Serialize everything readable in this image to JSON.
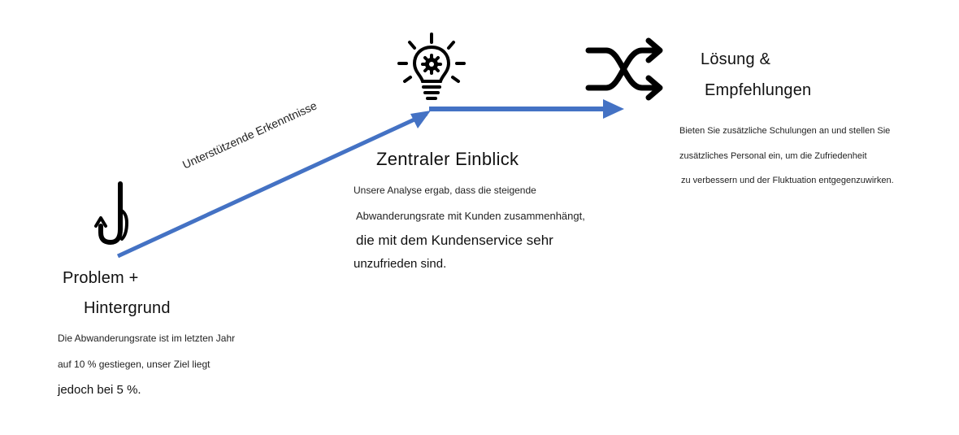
{
  "diagram": {
    "arrow_color": "#4472C4",
    "icon_color": "#000000",
    "connector_label": "Unterstützende Erkenntnisse",
    "problem": {
      "icon": "fishing-hook-icon",
      "title_line1": "Problem +",
      "title_line2": "Hintergrund",
      "text_line1": "Die Abwanderungsrate ist im letzten Jahr",
      "text_line2": "auf 10 % gestiegen, unser Ziel liegt",
      "text_line3": "jedoch bei 5 %."
    },
    "insight": {
      "icon": "lightbulb-gear-icon",
      "title": "Zentraler Einblick",
      "text_line1": "Unsere Analyse ergab, dass die steigende",
      "text_line2": "Abwanderungsrate mit Kunden zusammenhängt,",
      "text_line3": "die mit dem Kundenservice sehr",
      "text_line4": "unzufrieden sind."
    },
    "solution": {
      "icon": "shuffle-arrows-icon",
      "title_line1": "Lösung &",
      "title_line2": "Empfehlungen",
      "text_line1": "Bieten Sie zusätzliche Schulungen an und stellen Sie",
      "text_line2": "zusätzliches Personal ein, um die Zufriedenheit",
      "text_line3": "zu verbessern und der Fluktuation entgegenzuwirken."
    }
  }
}
